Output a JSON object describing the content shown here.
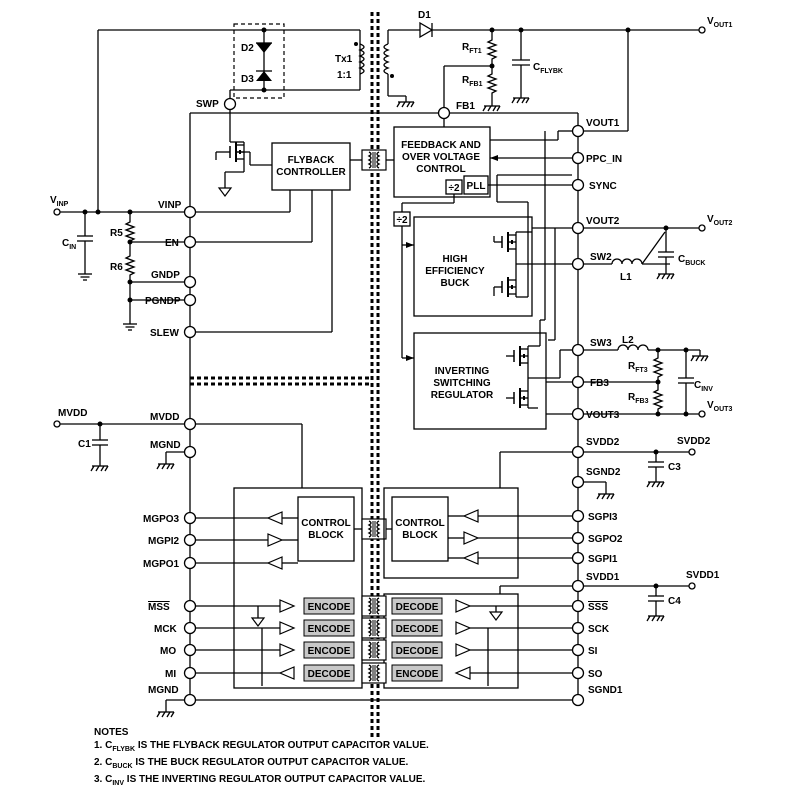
{
  "pins_left": {
    "swp": "SWP",
    "vinp": "VINP",
    "en": "EN",
    "gndp": "GNDP",
    "pgndp": "PGNDP",
    "slew": "SLEW",
    "mvdd": "MVDD",
    "mgnd": "MGND",
    "mgpo3": "MGPO3",
    "mgpi2": "MGPI2",
    "mgpo1": "MGPO1",
    "mss": "MSS",
    "mck": "MCK",
    "mo": "MO",
    "mi": "MI",
    "mgnd2": "MGND"
  },
  "pins_right": {
    "fb1": "FB1",
    "vout1": "VOUT1",
    "ppc_in": "PPC_IN",
    "sync": "SYNC",
    "vout2": "VOUT2",
    "sw2": "SW2",
    "sw3": "SW3",
    "fb3": "FB3",
    "vout3": "VOUT3",
    "svdd2": "SVDD2",
    "sgnd2": "SGND2",
    "sgpi3": "SGPI3",
    "sgpo2": "SGPO2",
    "sgpi1": "SGPI1",
    "svdd1": "SVDD1",
    "sss": "SSS",
    "sck": "SCK",
    "si": "SI",
    "so": "SO",
    "sgnd1": "SGND1"
  },
  "external": {
    "vinp_main": "V",
    "vinp_sub": "INP",
    "cin_main": "C",
    "cin_sub": "IN",
    "r5": "R5",
    "r6": "R6",
    "mvdd": "MVDD",
    "c1": "C1",
    "d1": "D1",
    "d2": "D2",
    "d3": "D3",
    "tx1": "Tx1",
    "ratio": "1:1",
    "rft1_main": "R",
    "rft1_sub": "FT1",
    "rfb1_main": "R",
    "rfb1_sub": "FB1",
    "cflybk_main": "C",
    "cflybk_sub": "FLYBK",
    "vout1_main": "V",
    "vout1_sub": "OUT1",
    "vout2_main": "V",
    "vout2_sub": "OUT2",
    "l1": "L1",
    "cbuck_main": "C",
    "cbuck_sub": "BUCK",
    "l2": "L2",
    "rft3_main": "R",
    "rft3_sub": "FT3",
    "rfb3_main": "R",
    "rfb3_sub": "FB3",
    "cinv_main": "C",
    "cinv_sub": "INV",
    "vout3_main": "V",
    "vout3_sub": "OUT3",
    "svdd2": "SVDD2",
    "c3": "C3",
    "svdd1": "SVDD1",
    "c4": "C4"
  },
  "blocks": {
    "flyback_1": "FLYBACK",
    "flyback_2": "CONTROLLER",
    "feedback_1": "FEEDBACK AND",
    "feedback_2": "OVER VOLTAGE",
    "feedback_3": "CONTROL",
    "div2a": "÷2",
    "pll": "PLL",
    "div2b": "÷2",
    "buck_1": "HIGH",
    "buck_2": "EFFICIENCY",
    "buck_3": "BUCK",
    "inv_1": "INVERTING",
    "inv_2": "SWITCHING",
    "inv_3": "REGULATOR",
    "ctrl_l_1": "CONTROL",
    "ctrl_l_2": "BLOCK",
    "ctrl_r_1": "CONTROL",
    "ctrl_r_2": "BLOCK",
    "encode": "ENCODE",
    "decode": "DECODE"
  },
  "notes": {
    "heading": "NOTES",
    "n1_pre": "1. C",
    "n1_sub": "FLYBK",
    "n1_post": " IS THE FLYBACK REGULATOR OUTPUT CAPACITOR VALUE.",
    "n2_pre": "2. C",
    "n2_sub": "BUCK",
    "n2_post": " IS THE BUCK REGULATOR OUTPUT CAPACITOR VALUE.",
    "n3_pre": "3. C",
    "n3_sub": "INV",
    "n3_post": " IS THE INVERTING REGULATOR OUTPUT CAPACITOR VALUE."
  }
}
